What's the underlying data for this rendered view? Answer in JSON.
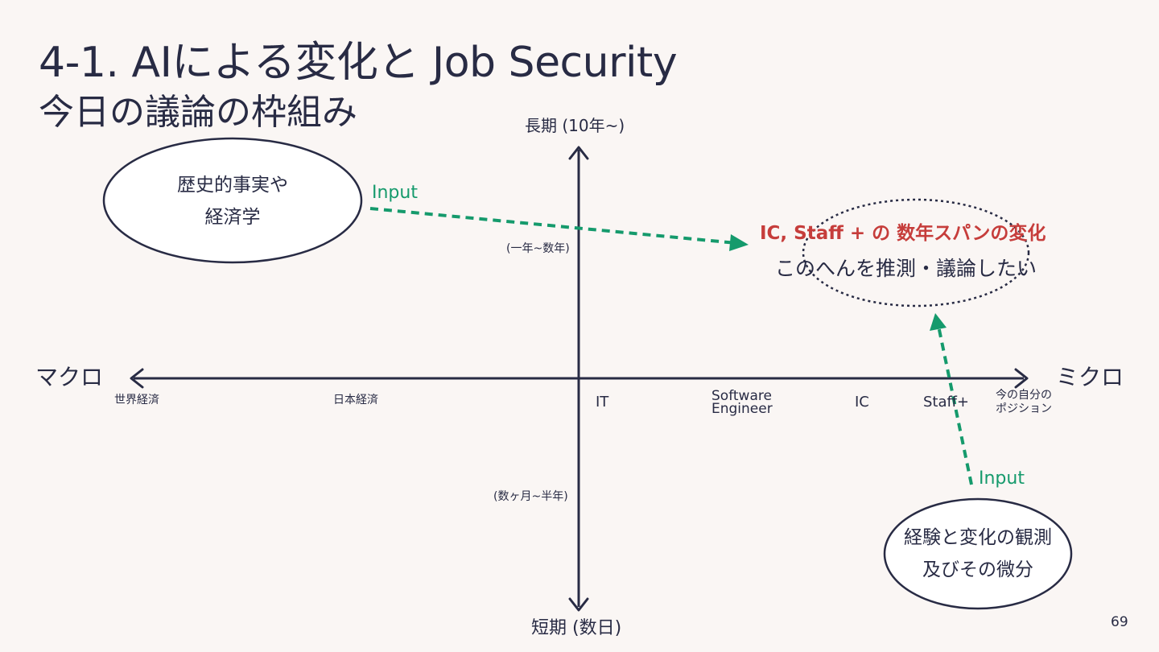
{
  "slide": {
    "title": "4-1. AIによる変化と Job Security",
    "subtitle": "今日の議論の枠組み",
    "page_number": "69"
  },
  "axes": {
    "top": "長期 (10年~)",
    "mid_top": "(一年~数年)",
    "mid_bottom": "(数ヶ月~半年)",
    "bottom": "短期 (数日)",
    "left": "マクロ",
    "right": "ミクロ"
  },
  "x_labels": {
    "world_economy": "世界経済",
    "japan_economy": "日本経済",
    "it": "IT",
    "software_engineer_line1": "Software",
    "software_engineer_line2": "Engineer",
    "ic": "IC",
    "staff_plus": "Staff+",
    "current_position_line1": "今の自分の",
    "current_position_line2": "ポジション"
  },
  "nodes": {
    "history_line1": "歴史的事実や",
    "history_line2": "経済学",
    "experience_line1": "経験と変化の観測",
    "experience_line2": "及びその微分",
    "focus_title": "IC, Staff + の 数年スパンの変化",
    "focus_subtitle": "このへんを推測・議論したい"
  },
  "arrows": {
    "input_top": "Input",
    "input_bottom": "Input"
  },
  "colors": {
    "background": "#faf6f4",
    "text": "#282b44",
    "arrow_green": "#159a6c",
    "highlight_red": "#c63d3b"
  }
}
